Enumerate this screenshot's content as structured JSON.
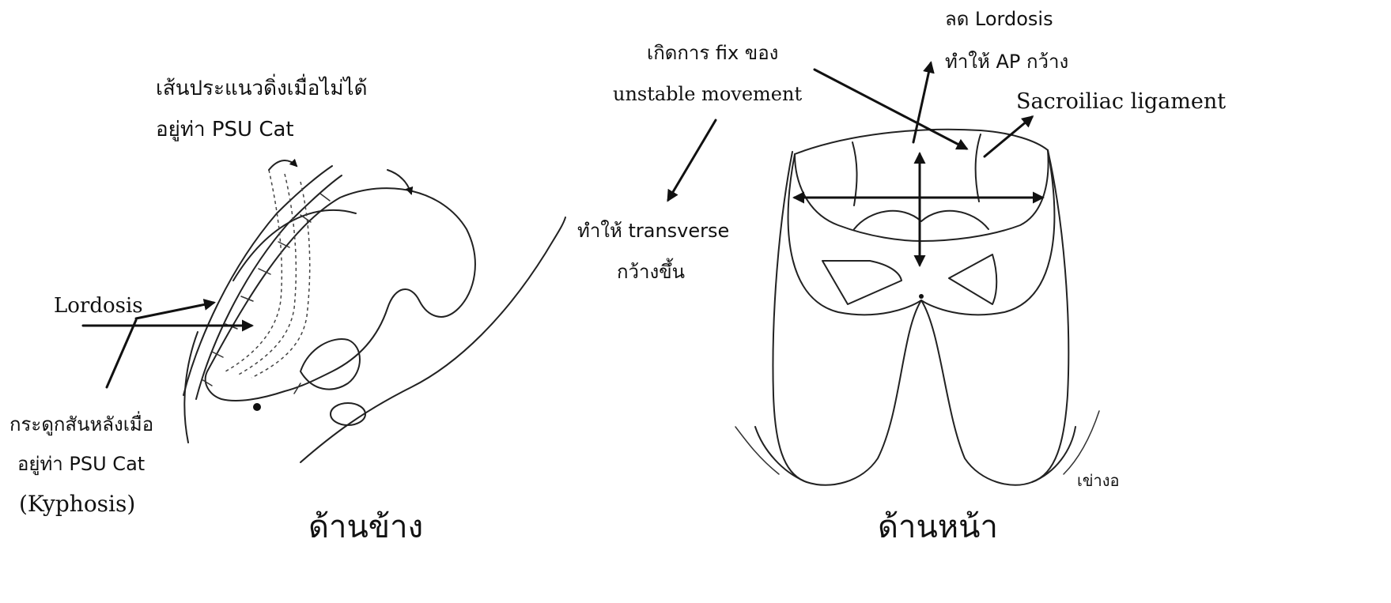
{
  "side_view": {
    "dashed_line_label_1": "เส้นประแนวดิ่งเมื่อไม่ได้",
    "dashed_line_label_2": "อยู่ท่า PSU Cat",
    "lordosis_label": "Lordosis",
    "spine_label_1": "กระดูกสันหลังเมื่อ",
    "spine_label_2": "อยู่ท่า PSU Cat",
    "spine_label_3": "(Kyphosis)",
    "caption": "ด้านข้าง"
  },
  "front_view": {
    "fix_label_1": "เกิดการ fix ของ",
    "fix_label_2": "unstable movement",
    "lordosis_label_1": "ลด Lordosis",
    "lordosis_label_2": "ทำให้ AP กว้าง",
    "ligament_label": "Sacroiliac ligament",
    "transverse_label_1": "ทำให้ transverse",
    "transverse_label_2": "กว้างขึ้น",
    "knee_label": "เข่างอ",
    "caption": "ด้านหน้า"
  }
}
